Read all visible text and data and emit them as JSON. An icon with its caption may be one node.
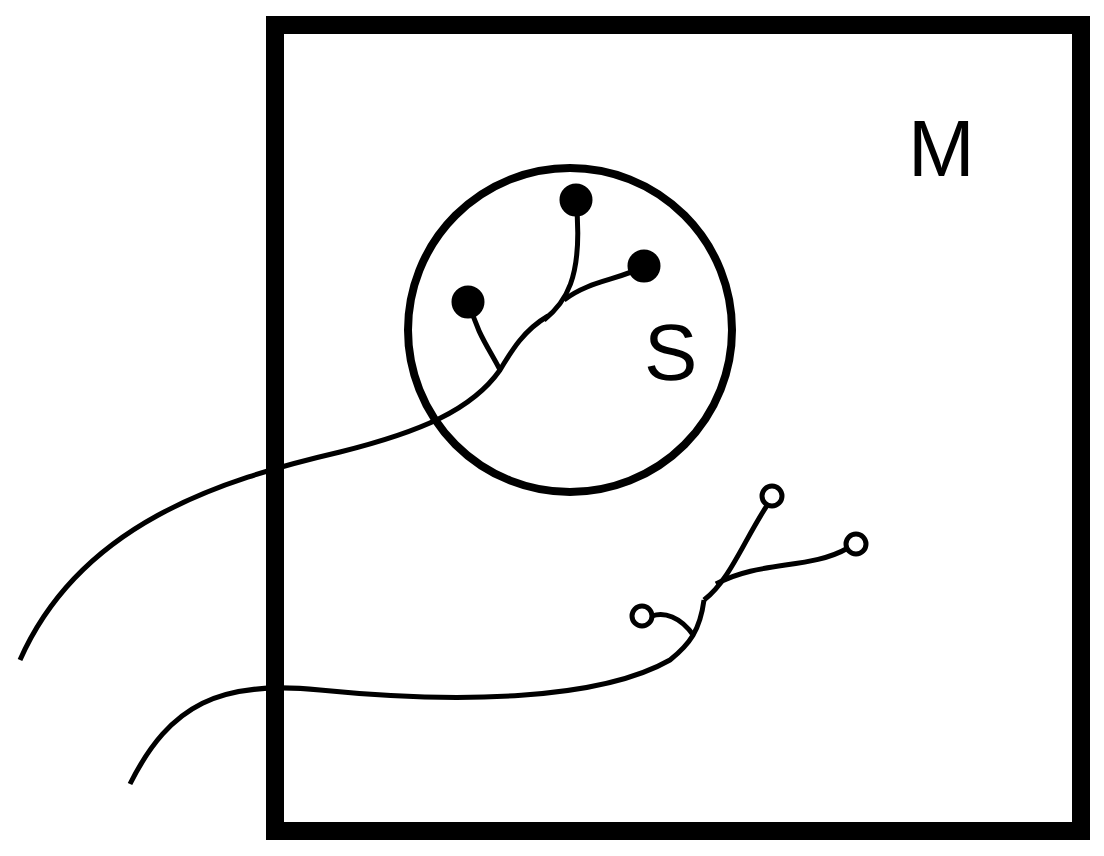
{
  "diagram": {
    "nodes": [
      {
        "text": [
          "M"
        ]
      },
      {
        "text": [
          "S"
        ],
        "in": 0
      }
    ]
  }
}
